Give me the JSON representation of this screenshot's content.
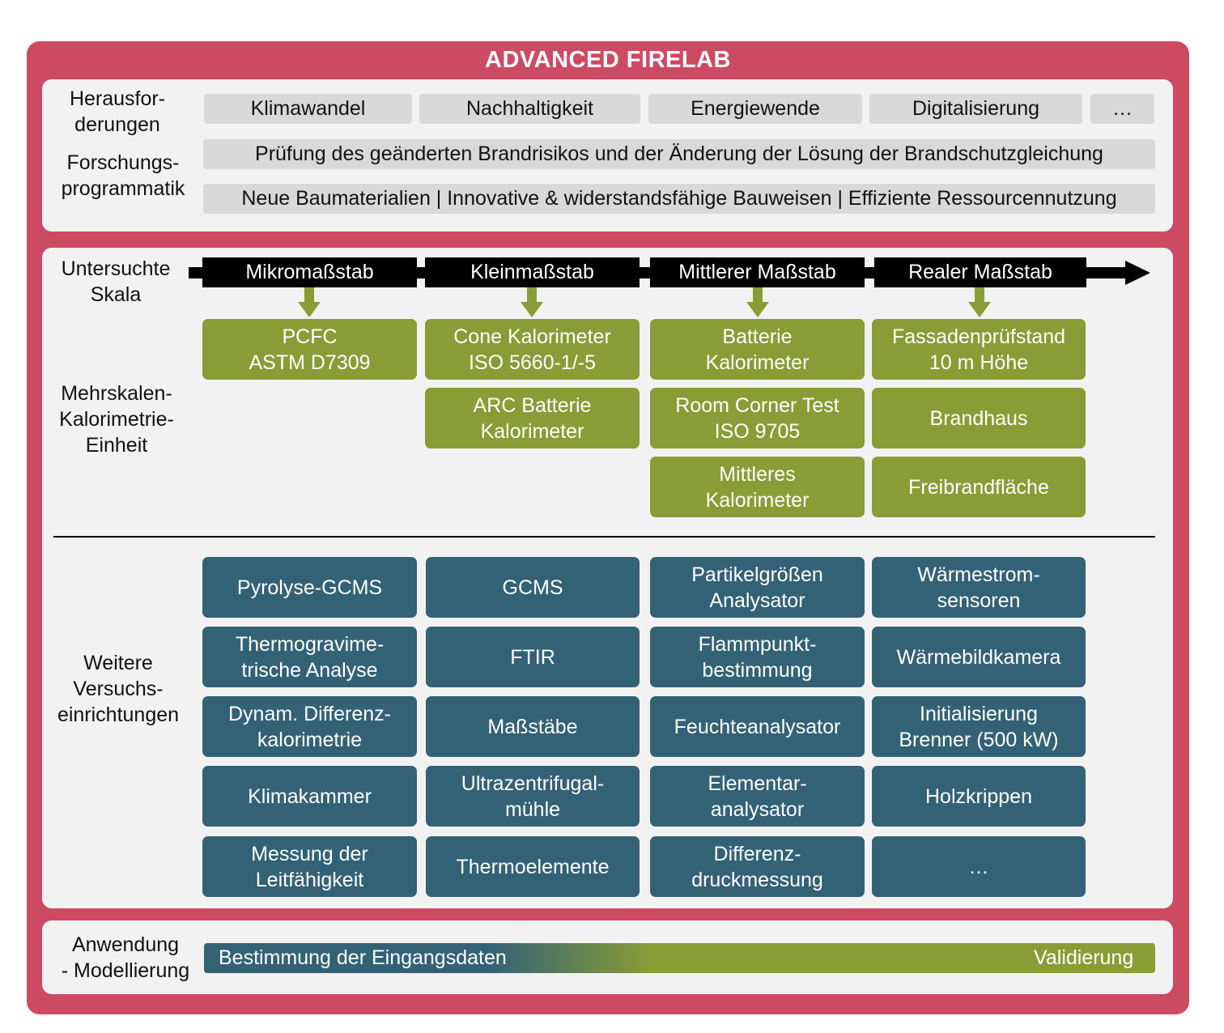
{
  "title": "ADVANCED FIRELAB",
  "labels": {
    "herausforderungen": "Herausfor-\nderungen",
    "forschung": "Forschungs-\nprogrammatik",
    "skala": "Untersuchte\nSkala",
    "mehrskalen": "Mehrskalen-\nKalorimetrie-\nEinheit",
    "weitere": "Weitere\nVersuchs-\neinrichtungen",
    "anwendung": "Anwendung\n- Modellierung"
  },
  "challenges": [
    "Klimawandel",
    "Nachhaltigkeit",
    "Energiewende",
    "Digitalisierung",
    "…"
  ],
  "research": {
    "line1": "Prüfung des geänderten Brandrisikos und der Änderung der Lösung der Brandschutzgleichung",
    "line2": "Neue Baumaterialien | Innovative & widerstandsfähige Bauweisen | Effiziente Ressourcennutzung"
  },
  "scales": [
    "Mikromaßstab",
    "Kleinmaßstab",
    "Mittlerer Maßstab",
    "Realer Maßstab"
  ],
  "calorimetry": [
    "PCFC\nASTM D7309",
    "Cone Kalorimeter\nISO 5660-1/-5",
    "ARC Batterie\nKalorimeter",
    "Batterie\nKalorimeter",
    "Room Corner Test\nISO 9705",
    "Mittleres\nKalorimeter",
    "Fassadenprüfstand\n10 m Höhe",
    "Brandhaus",
    "Freibrandfläche"
  ],
  "facilities": [
    "Pyrolyse-GCMS",
    "GCMS",
    "Partikelgrößen\nAnalysator",
    "Wärmestrom-\nsensoren",
    "Thermogravime-\ntrische Analyse",
    "FTIR",
    "Flammpunkt-\nbestimmung",
    "Wärmebildkamera",
    "Dynam. Differenz-\nkalorimetrie",
    "Maßstäbe",
    "Feuchteanalysator",
    "Initialisierung\nBrenner (500 kW)",
    "Klimakammer",
    "Ultrazentrifugal-\nmühle",
    "Elementar-\nanalysator",
    "Holzkrippen",
    "Messung der\nLeitfähigkeit",
    "Thermoelemente",
    "Differenz-\ndruckmessung",
    "…"
  ],
  "application": {
    "left": "Bestimmung der Eingangsdaten",
    "right": "Validierung"
  },
  "colors": {
    "frame": "#cd4a63",
    "green": "#8a9c36",
    "blue": "#336276",
    "grey": "#d9d9d9",
    "panel": "#f2f2f2"
  }
}
